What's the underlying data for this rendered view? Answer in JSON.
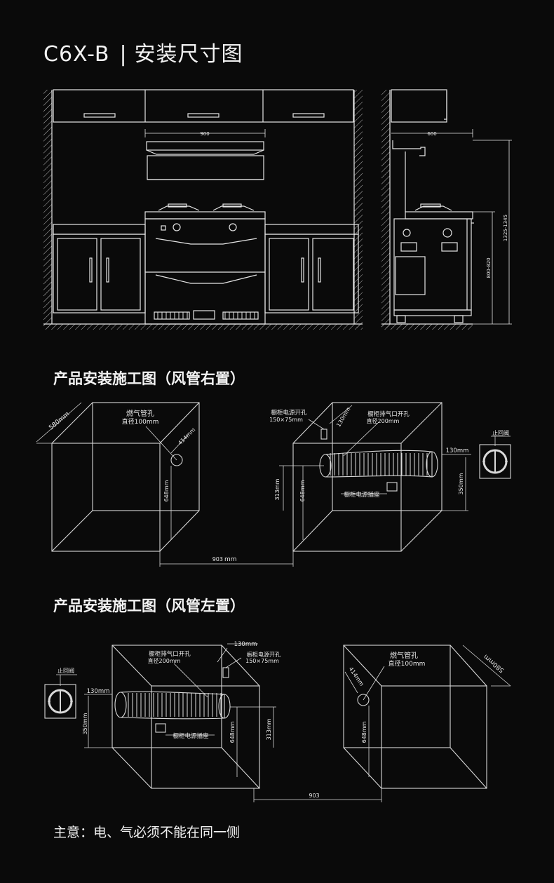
{
  "title": {
    "model": "C6X-B",
    "separator": "|",
    "text": "安装尺寸图"
  },
  "elevation": {
    "width_front": "900",
    "width_side": "600",
    "height_total": "1325-1345",
    "height_counter": "800-820"
  },
  "section_right": {
    "title": "产品安装施工图（风管右置）",
    "depth": "580mm",
    "gas_hole": "燃气管孔",
    "gas_hole_dia": "直径100mm",
    "dim_414": "414mm",
    "dim_648": "648mm",
    "dim_648b": "648mm",
    "dim_313": "313mm",
    "power_hole": "橱柜电源开孔",
    "power_hole_size": "150×75mm",
    "dim_130v": "130mm",
    "exhaust_hole": "橱柜排气口开孔",
    "exhaust_hole_dia": "直径200mm",
    "socket": "橱柜电源插座",
    "dim_130h": "130mm",
    "valve": "止回阀",
    "dim_350": "350mm",
    "dim_903": "903",
    "dim_903_unit": "mm"
  },
  "section_left": {
    "title": "产品安装施工图（风管左置）",
    "exhaust_hole": "橱柜排气口开孔",
    "exhaust_hole_dia": "直径200mm",
    "dim_130top": "130mm",
    "power_hole": "橱柜电源开孔",
    "power_hole_size": "150×75mm",
    "valve": "止回阀",
    "dim_130h": "130mm",
    "dim_350": "350mm",
    "socket": "橱柜电源插座",
    "dim_648": "648mm",
    "dim_313": "313mm",
    "gas_hole": "燃气管孔",
    "gas_hole_dia": "直径100mm",
    "dim_414": "414mm",
    "dim_580": "580mm",
    "dim_648b": "648mm",
    "dim_903": "903"
  },
  "note": "主意：电、气必须不能在同一侧"
}
